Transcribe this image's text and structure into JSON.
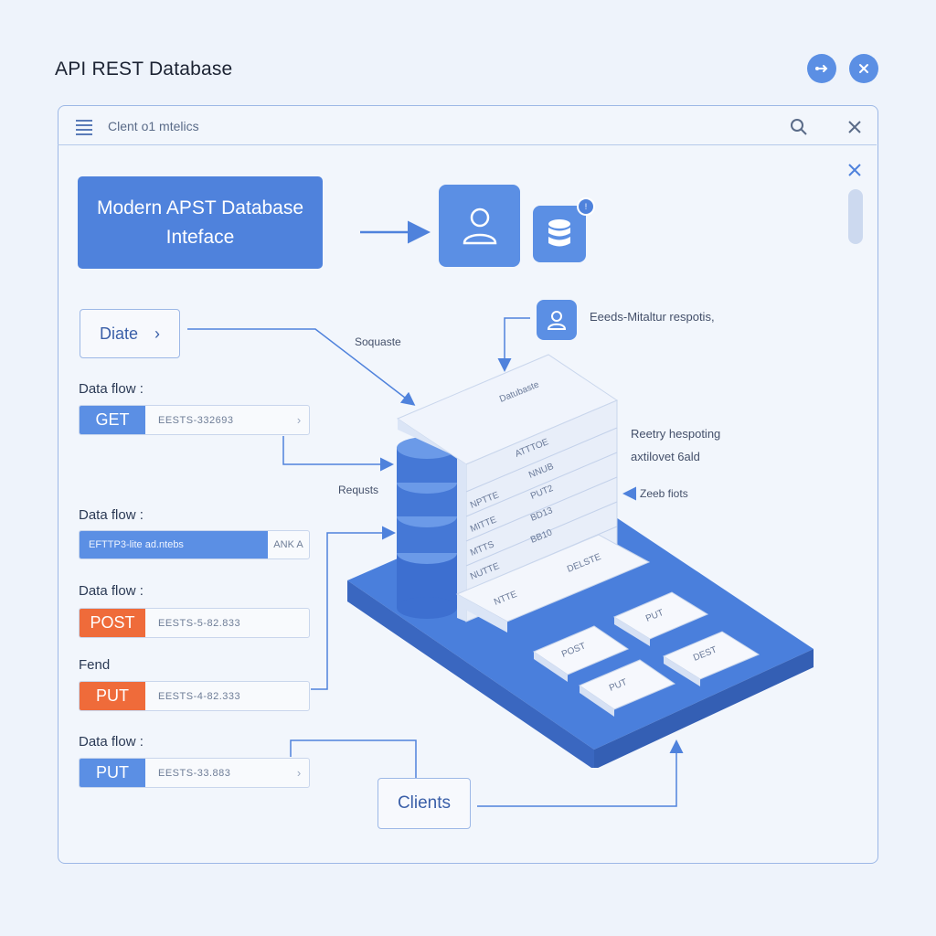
{
  "app": {
    "title": "API REST Database"
  },
  "window": {
    "title": "Clent o1 mtelics"
  },
  "hero": {
    "line1": "Modern APST Database",
    "line2": "Inteface"
  },
  "date_button": {
    "label": "Diate",
    "chevron": "›"
  },
  "flows": [
    {
      "label": "Data flow :",
      "method": "GET",
      "value": "EESTS-332693",
      "arrow": "›",
      "color": "#5b8fe4"
    },
    {
      "label": "Data flow :",
      "value": "EFTTP3-lite ad.ntebs",
      "end": "ANK A"
    },
    {
      "label": "Data flow :",
      "method": "POST",
      "value": "EESTS-5-82.833",
      "color": "#ef6b3a"
    },
    {
      "label": "Fend",
      "method": "PUT",
      "value": "EESTS-4-82.333",
      "color": "#ef6b3a"
    },
    {
      "label": "Data flow :",
      "method": "PUT",
      "value": "EESTS-33.883",
      "arrow": "›",
      "color": "#5b8fe4"
    }
  ],
  "annotations": {
    "soquaste": "Soquaste",
    "requests": "Requsts",
    "top_note": "Eeeds-Mitaltur respotis,",
    "right_note_1": "Reetry hespoting",
    "right_note_2": "axtilovet 6ald",
    "right_note_3": "Zeeb fiots"
  },
  "database": {
    "title": "Datubaste",
    "rows": [
      [
        "",
        "ATTTOE"
      ],
      [
        "",
        "NNUB"
      ],
      [
        "NPTTE",
        "PUT2"
      ],
      [
        "MITTE",
        "BD13"
      ],
      [
        "MTTS",
        "BB10"
      ],
      [
        "NUTTE",
        ""
      ]
    ],
    "bottom_left": "NTTE",
    "bottom_right": "DELSTE"
  },
  "keys": [
    "PUT",
    "POST",
    "DEST",
    "PUT"
  ],
  "clients": {
    "label": "Clients"
  },
  "colors": {
    "accent": "#4f82dc",
    "post_put": "#ef6b3a",
    "background": "#eef3fb"
  },
  "icons": [
    "link-icon",
    "close-circle-icon",
    "menu-icon",
    "search-icon",
    "close-icon",
    "user-icon",
    "database-icon"
  ]
}
